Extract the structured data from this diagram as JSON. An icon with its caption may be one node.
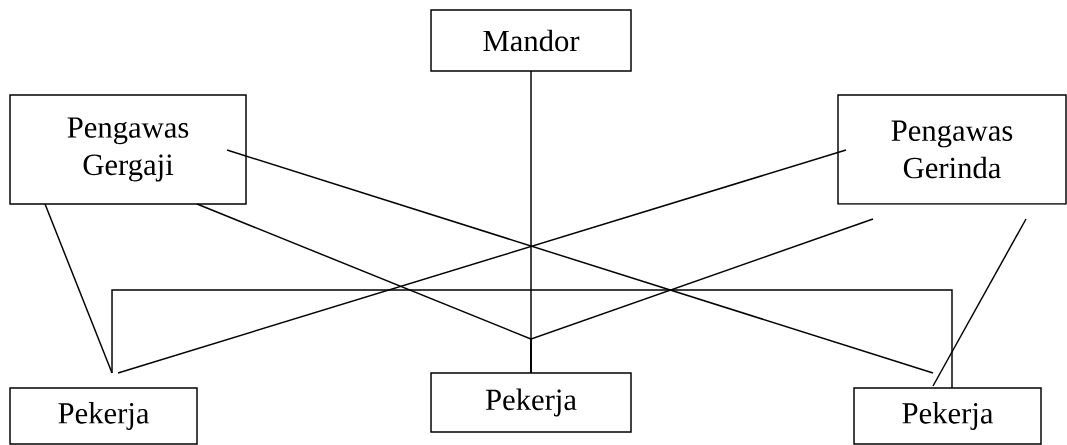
{
  "diagram": {
    "nodes": [
      {
        "text": [
          "Mandor"
        ]
      },
      {
        "text": [
          "Pengawas Gergaji"
        ]
      },
      {
        "text": [
          "Pengawas Gerinda"
        ]
      },
      {
        "text": [
          "Pekerja"
        ]
      },
      {
        "text": [
          "Pekerja"
        ]
      },
      {
        "text": [
          "Pekerja"
        ]
      }
    ],
    "edges": [
      {
        "from": 0,
        "to": 4,
        "arrow": "none"
      },
      {
        "from": 1,
        "to": 3,
        "arrow": "none"
      },
      {
        "from": 1,
        "to": 5,
        "arrow": "none"
      },
      {
        "from": 1,
        "to": 4,
        "arrow": "none"
      },
      {
        "from": 2,
        "to": 4,
        "arrow": "none"
      },
      {
        "from": 2,
        "to": 3,
        "arrow": "none"
      },
      {
        "from": 2,
        "to": 5,
        "arrow": "none"
      },
      {
        "from": 3,
        "to": 5,
        "arrow": "none"
      }
    ]
  }
}
